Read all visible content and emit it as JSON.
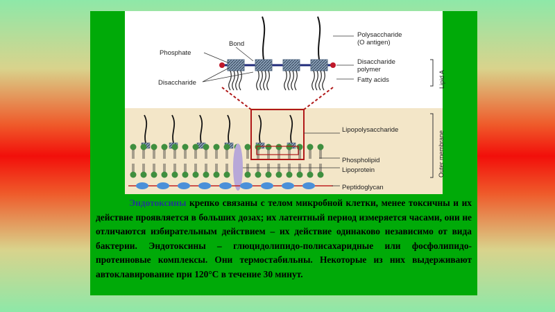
{
  "diagram": {
    "labels": {
      "polysaccharide": "Polysaccharide\n(O antigen)",
      "disaccharide_polymer": "Disaccharide\npolymer",
      "fatty_acids": "Fatty acids",
      "lipid_a": "Lipid A",
      "bond": "Bond",
      "phosphate": "Phosphate",
      "disaccharide": "Disaccharide",
      "lipopolysaccharide": "Lipopolysaccharide",
      "phospholipid": "Phospholipid",
      "lipoprotein": "Lipoprotein",
      "peptidoglycan": "Peptidoglycan",
      "outer_membrane": "Outer membrane"
    },
    "colors": {
      "disaccharide": "#5a6f88",
      "phosphate": "#c0182a",
      "highlight_box": "#b01818",
      "bilayer_head": "#3f8f3f",
      "peptidoglycan_oval": "#4a90d9",
      "lipoprotein": "#b8a8d8"
    }
  },
  "text": {
    "highlight": "Эндотоксины",
    "body": " крепко связаны с телом микробной клетки, менее токсичны и их действие проявляется в больших дозах; их латентный период измеряется часами, они не отличаются избирательным действием – их действие одинаково независимо от вида бактерии. Эндотоксины – глюцидолипидо-полисахаридные или фосфолипидо-протеиновые комплексы. Они термостабильны. Некоторые из них выдерживают автоклавирование при 120°С в течение 30 минут."
  }
}
